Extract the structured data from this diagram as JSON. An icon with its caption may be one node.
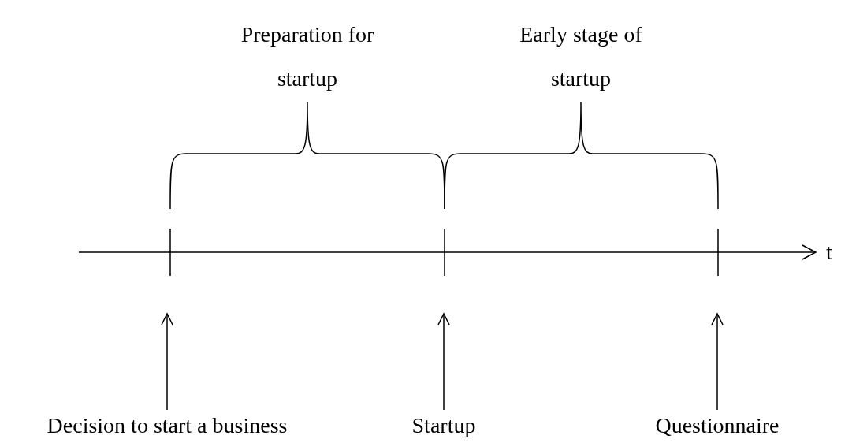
{
  "diagram": {
    "nodes": [
      {
        "text": [
          "Decision to start a business"
        ]
      },
      {
        "text": [
          "Startup"
        ]
      },
      {
        "text": [
          "Questionnaire"
        ]
      }
    ],
    "edges": [
      {
        "from": 0,
        "to": null,
        "arrow": "to"
      },
      {
        "from": 1,
        "to": null,
        "arrow": "to"
      },
      {
        "from": 2,
        "to": null,
        "arrow": "to"
      }
    ],
    "labels": [
      "Preparation for startup",
      "Early stage of startup",
      "t"
    ]
  }
}
